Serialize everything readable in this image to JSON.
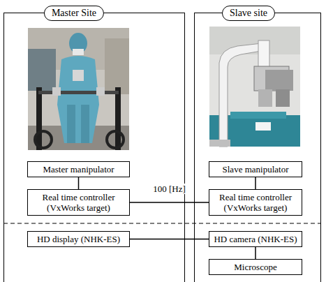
{
  "diagram": {
    "nodes": [
      {
        "text": [
          "Master Site"
        ]
      },
      {
        "text": [
          "Master manipulator"
        ],
        "in": 0
      },
      {
        "text": [
          "Real time controller (VxWorks target)"
        ],
        "in": 0
      },
      {
        "text": [
          "HD display (NHK-ES)"
        ],
        "in": 0
      },
      {
        "text": [
          "Slave site"
        ]
      },
      {
        "text": [
          "Slave manipulator"
        ],
        "in": 4
      },
      {
        "text": [
          "Real time controller (VxWorks target)"
        ],
        "in": 4
      },
      {
        "text": [
          "HD camera (NHK-ES)"
        ],
        "in": 4
      },
      {
        "text": [
          "Microscope"
        ],
        "in": 4
      }
    ],
    "edges": [
      {
        "from": 1,
        "to": 2,
        "arrow": "none"
      },
      {
        "from": 2,
        "to": 6,
        "arrow": "none",
        "label": "100 [Hz]"
      },
      {
        "from": 5,
        "to": 6,
        "arrow": "none"
      },
      {
        "from": 3,
        "to": 7,
        "arrow": "none"
      },
      {
        "from": 7,
        "to": 8,
        "arrow": "none"
      }
    ]
  }
}
